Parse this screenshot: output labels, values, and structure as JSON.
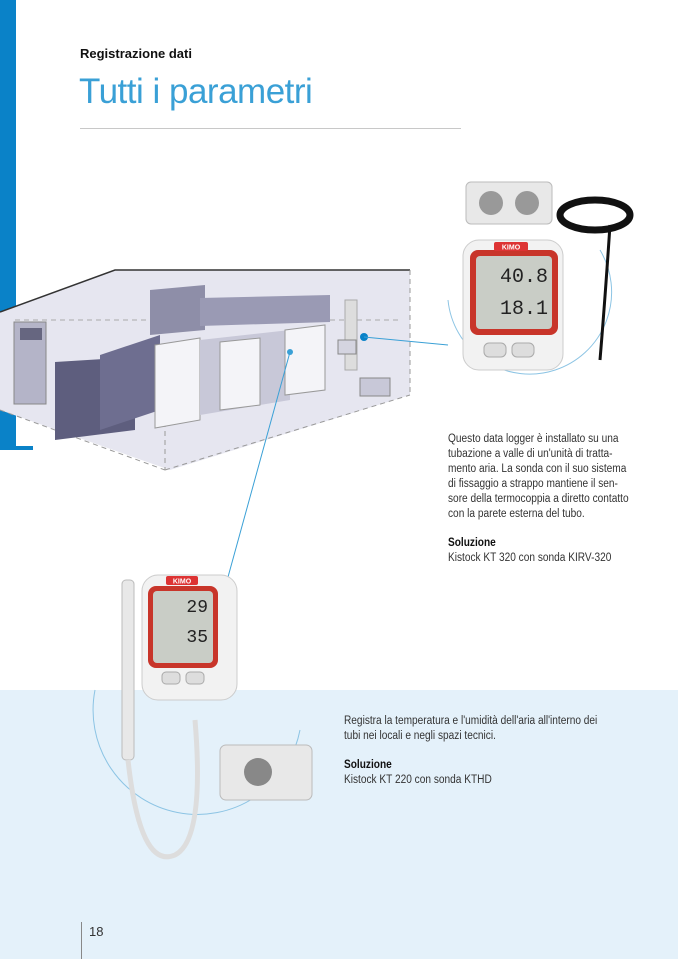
{
  "header": {
    "kicker": "Registrazione dati",
    "title": "Tutti i parametri"
  },
  "case1": {
    "lines": [
      "Questo data logger è installato su una",
      "tubazione a valle di un'unità di tratta-",
      "mento aria. La sonda con il suo sistema",
      "di fissaggio a strappo mantiene il sen-",
      "sore della termocoppia a diretto contatto",
      "con la parete esterna del tubo."
    ],
    "solution_label": "Soluzione",
    "solution": "Kistock KT 320 con sonda KIRV-320",
    "device_display": [
      "40.8",
      "18.1"
    ],
    "device_brand": "KIMO"
  },
  "case2": {
    "lines": [
      "Registra la temperatura e l'umidità dell'aria all'interno dei",
      "tubi nei locali e negli spazi tecnici."
    ],
    "solution_label": "Soluzione",
    "solution": "Kistock KT 220 con sonda KTHD",
    "device_display": [
      "29",
      "35"
    ],
    "device_brand": "KIMO"
  },
  "footer": {
    "page_number": "18"
  },
  "colors": {
    "accent": "#0a82c8",
    "title": "#3aa0d6",
    "band": "#e4f1fa"
  }
}
